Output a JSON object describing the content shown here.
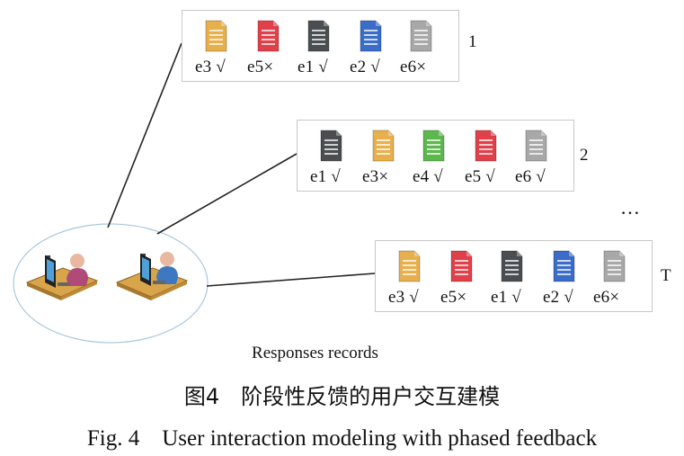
{
  "colors": {
    "yellow": "#e8b04c",
    "red": "#e0404a",
    "dark": "#4a4e50",
    "blue": "#3a6cc8",
    "gray": "#a8a8a8",
    "green": "#5cb84c"
  },
  "records": [
    {
      "round": "1",
      "items": [
        {
          "label": "e3 √",
          "color": "yellow"
        },
        {
          "label": "e5×",
          "color": "red"
        },
        {
          "label": "e1 √",
          "color": "dark"
        },
        {
          "label": "e2 √",
          "color": "blue"
        },
        {
          "label": "e6×",
          "color": "gray"
        }
      ]
    },
    {
      "round": "2",
      "items": [
        {
          "label": "e1 √",
          "color": "dark"
        },
        {
          "label": "e3×",
          "color": "yellow"
        },
        {
          "label": "e4 √",
          "color": "green"
        },
        {
          "label": "e5 √",
          "color": "red"
        },
        {
          "label": "e6 √",
          "color": "gray"
        }
      ]
    },
    {
      "round": "T",
      "items": [
        {
          "label": "e3 √",
          "color": "yellow"
        },
        {
          "label": "e5×",
          "color": "red"
        },
        {
          "label": "e1 √",
          "color": "dark"
        },
        {
          "label": "e2 √",
          "color": "blue"
        },
        {
          "label": "e6×",
          "color": "gray"
        }
      ]
    }
  ],
  "ellipsis": "…",
  "records_label": "Responses records",
  "caption_cn": "图4　阶段性反馈的用户交互建模",
  "caption_en": "Fig. 4　User interaction modeling with phased feedback"
}
